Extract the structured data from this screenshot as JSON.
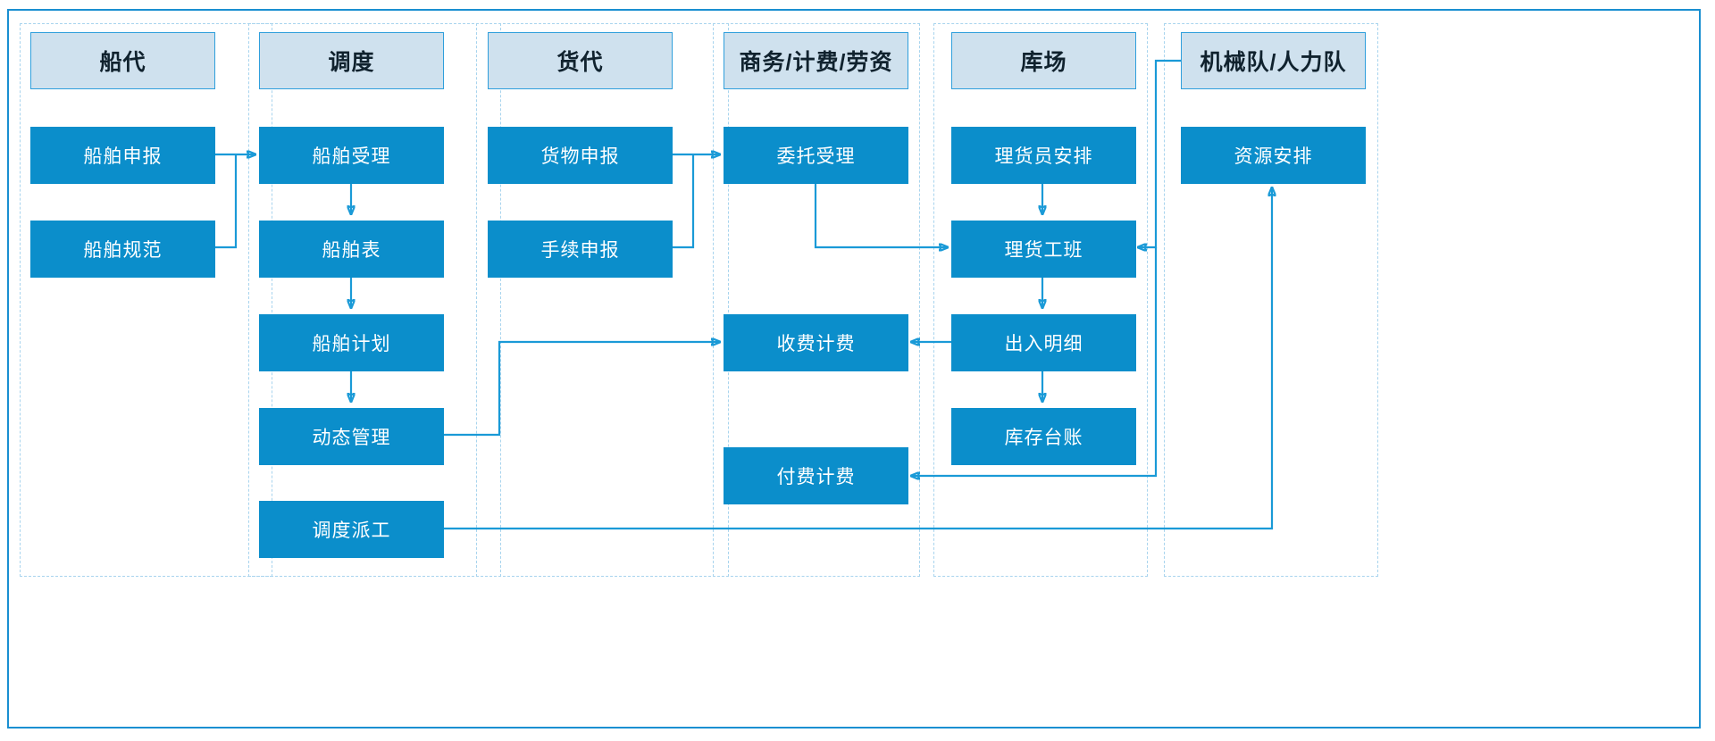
{
  "diagram": {
    "title": "port-operations-swimlane-flowchart",
    "colors": {
      "node_fill": "#0b8ecb",
      "lane_header_fill": "#cfe1ee",
      "lane_header_border": "#2f9fdc",
      "lane_dashed_border": "#a8d4ee",
      "connector": "#1a9ad7",
      "frame": "#1a8fd1",
      "node_text": "#ffffff",
      "header_text": "#10222e"
    },
    "lanes": [
      {
        "id": "chuandai",
        "header": "船代",
        "nodes": [
          "船舶申报",
          "船舶规范"
        ]
      },
      {
        "id": "diaodu",
        "header": "调度",
        "nodes": [
          "船舶受理",
          "船舶表",
          "船舶计划",
          "动态管理",
          "调度派工"
        ]
      },
      {
        "id": "huodai",
        "header": "货代",
        "nodes": [
          "货物申报",
          "手续申报"
        ]
      },
      {
        "id": "shangwu",
        "header": "商务/计费/劳资",
        "nodes": [
          "委托受理",
          "收费计费",
          "付费计费"
        ]
      },
      {
        "id": "kuchang",
        "header": "库场",
        "nodes": [
          "理货员安排",
          "理货工班",
          "出入明细",
          "库存台账"
        ]
      },
      {
        "id": "jixiedui",
        "header": "机械队/人力队",
        "nodes": [
          "资源安排"
        ]
      }
    ],
    "nodes": {
      "chuanbo_shenbao": "船舶申报",
      "chuanbo_guifan": "船舶规范",
      "chuanbo_shouli": "船舶受理",
      "chuanbo_biao": "船舶表",
      "chuanbo_jihua": "船舶计划",
      "dongtai_guanli": "动态管理",
      "diaodu_paigong": "调度派工",
      "huowu_shenbao": "货物申报",
      "shouxu_shenbao": "手续申报",
      "weituo_shouli": "委托受理",
      "shoufei_jifei": "收费计费",
      "fufei_jifei": "付费计费",
      "lihuoyuan_anpai": "理货员安排",
      "lihuo_gongban": "理货工班",
      "churu_mingxi": "出入明细",
      "kucun_taizhang": "库存台账",
      "ziyuan_anpai": "资源安排"
    },
    "headers": {
      "chuandai": "船代",
      "diaodu": "调度",
      "huodai": "货代",
      "shangwu": "商务/计费/劳资",
      "kuchang": "库场",
      "jixiedui": "机械队/人力队"
    },
    "connections": [
      {
        "from": "船舶申报",
        "to": "船舶受理",
        "arrow": true
      },
      {
        "from": "船舶规范",
        "to": "船舶受理",
        "arrow": true
      },
      {
        "from": "船舶受理",
        "to": "船舶表",
        "arrow": true
      },
      {
        "from": "船舶表",
        "to": "船舶计划",
        "arrow": true
      },
      {
        "from": "船舶计划",
        "to": "动态管理",
        "arrow": true
      },
      {
        "from": "动态管理",
        "to": "收费计费",
        "arrow": true
      },
      {
        "from": "货物申报",
        "to": "委托受理",
        "arrow": true
      },
      {
        "from": "手续申报",
        "to": "委托受理",
        "arrow": true
      },
      {
        "from": "委托受理",
        "to": "理货工班",
        "arrow": true
      },
      {
        "from": "理货员安排",
        "to": "理货工班",
        "arrow": true
      },
      {
        "from": "理货工班",
        "to": "出入明细",
        "arrow": true
      },
      {
        "from": "出入明细",
        "to": "收费计费",
        "arrow": true
      },
      {
        "from": "出入明细",
        "to": "库存台账",
        "arrow": true
      },
      {
        "from": "机械队/人力队",
        "to": "理货工班",
        "arrow": true
      },
      {
        "from": "资源安排",
        "to": "付费计费",
        "arrow": true
      },
      {
        "from": "调度派工",
        "to": "资源安排",
        "arrow": true
      }
    ]
  }
}
